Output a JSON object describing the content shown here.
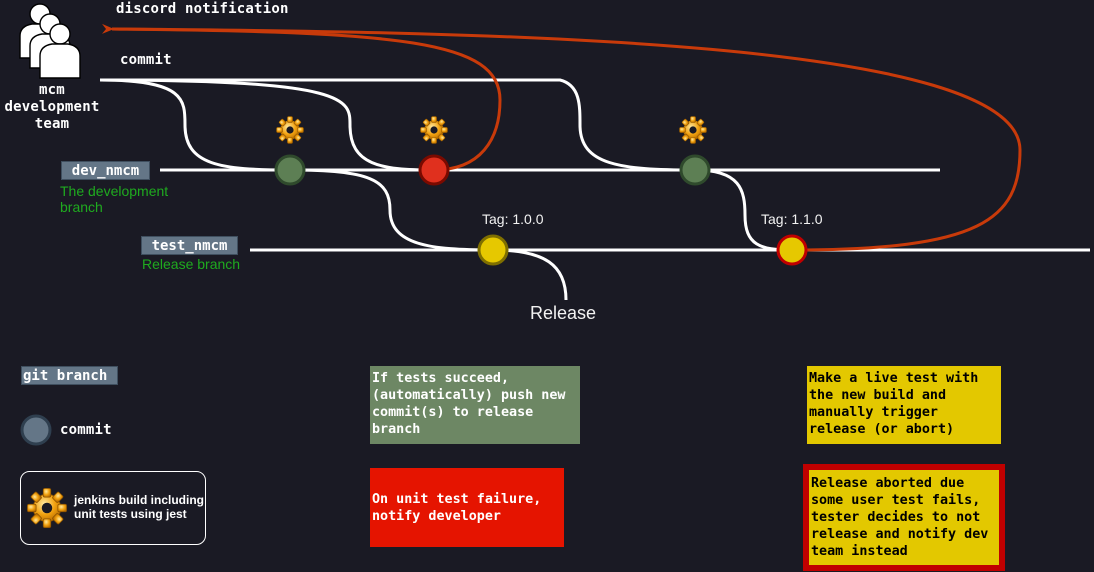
{
  "team": {
    "label_1": "mcm",
    "label_2": "development",
    "label_3": "team"
  },
  "labels": {
    "discord_notification": "discord notification",
    "commit_top": "commit",
    "release": "Release"
  },
  "branches": {
    "dev": {
      "name": "dev_nmcm",
      "desc_1": "The development",
      "desc_2": "branch"
    },
    "test": {
      "name": "test_nmcm",
      "desc": "Release branch"
    }
  },
  "tags": {
    "tag1": "Tag: 1.0.0",
    "tag2": "Tag: 1.1.0"
  },
  "legend": {
    "git_branch": "git branch",
    "commit": "commit",
    "jenkins_1": "jenkins build including",
    "jenkins_2": "unit tests using jest"
  },
  "notes": {
    "tests_succeed": "If tests succeed,\n(automatically) push new\ncommit(s) to release\nbranch",
    "unit_failure": "On unit test failure,\nnotify developer",
    "live_test": "Make a live test with\nthe new build and\nmanually trigger\nrelease (or abort)",
    "release_aborted": "Release aborted due\nsome user test fails,\ntester decides to not\nrelease and notify dev\nteam instead"
  },
  "colors": {
    "background": "#1a1a24",
    "line": "#ffffff",
    "notify_arrow": "#c83a0a",
    "commit_ok": "#5d7f54",
    "commit_fail": "#e0301e",
    "release_commit": "#e6c800",
    "branch_box": "#647687",
    "note_green": "#6d8764",
    "note_red": "#e51400",
    "note_yellow": "#e3c800",
    "note_red_border": "#c00000"
  },
  "icons": {
    "gear": "gear-icon",
    "people": "people-icon"
  }
}
